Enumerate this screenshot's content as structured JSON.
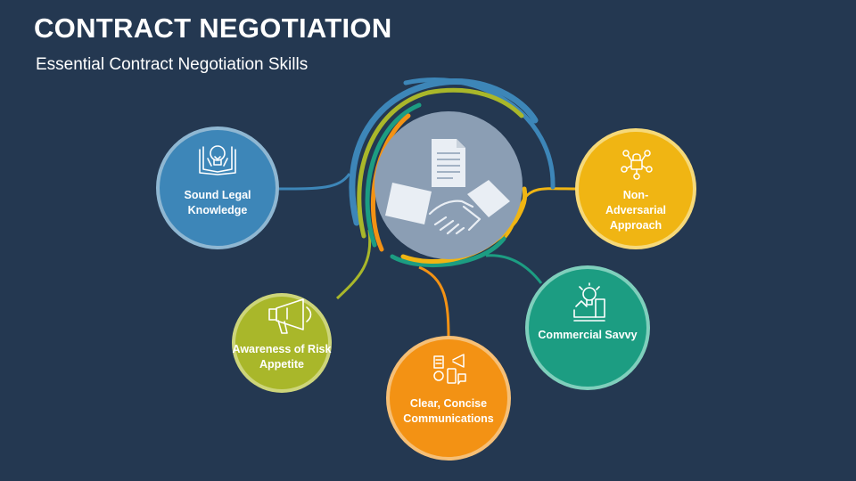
{
  "header": {
    "title": "CONTRACT NEGOTIATION",
    "subtitle": "Essential Contract Negotiation Skills"
  },
  "center": {
    "icon": "handshake-contract-icon"
  },
  "nodes": [
    {
      "id": "legal",
      "label": "Sound Legal Knowledge",
      "color": "#3d86b8",
      "icon": "lightbulb-book-icon"
    },
    {
      "id": "risk",
      "label": "Awareness of Risk Appetite",
      "color": "#a9b72a",
      "icon": "megaphone-icon"
    },
    {
      "id": "comm",
      "label": "Clear, Concise Communications",
      "color": "#f39214",
      "icon": "communication-icon"
    },
    {
      "id": "savvy",
      "label": "Commercial Savvy",
      "color": "#1c9d82",
      "icon": "idea-hand-icon"
    },
    {
      "id": "nonadv",
      "label": "Non-Adversarial Approach",
      "color": "#f0b513",
      "icon": "network-lock-icon"
    }
  ]
}
